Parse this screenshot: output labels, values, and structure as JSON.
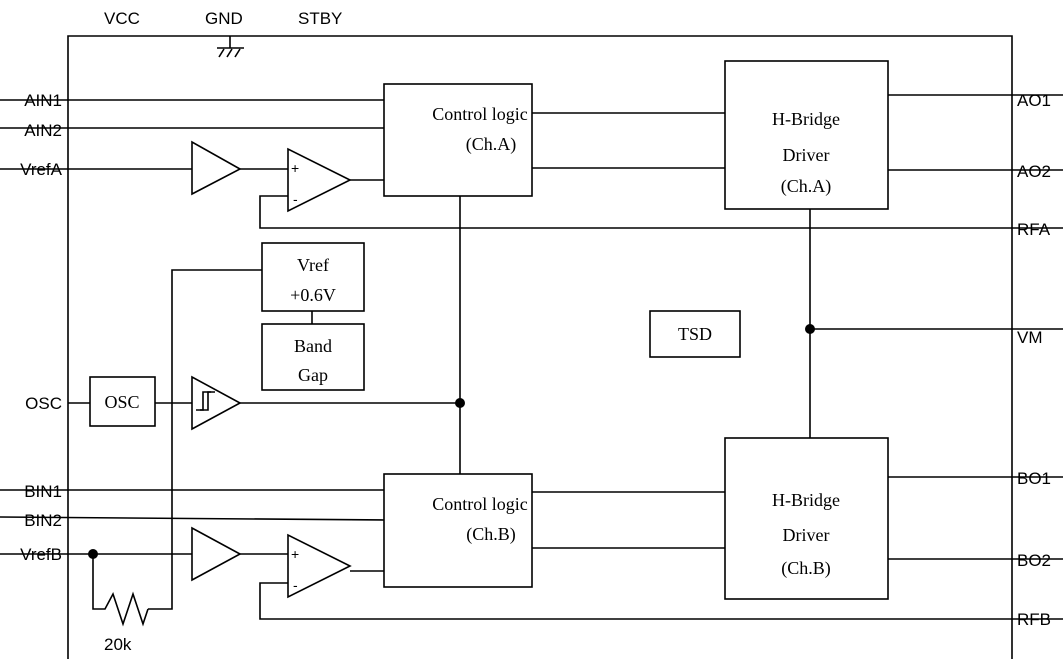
{
  "pins": {
    "top": [
      "VCC",
      "GND",
      "STBY"
    ],
    "left": [
      "AIN1",
      "AIN2",
      "VrefA",
      "OSC",
      "BIN1",
      "BIN2",
      "VrefB"
    ],
    "right": [
      "AO1",
      "AO2",
      "RFA",
      "VM",
      "BO1",
      "BO2",
      "RFB"
    ]
  },
  "blocks": {
    "control_a": [
      "Control logic",
      "(Ch.A)"
    ],
    "control_b": [
      "Control logic",
      "(Ch.B)"
    ],
    "hbridge_a": [
      "H-Bridge",
      "Driver",
      "(Ch.A)"
    ],
    "hbridge_b": [
      "H-Bridge",
      "Driver",
      "(Ch.B)"
    ],
    "vref": [
      "Vref",
      "+0.6V"
    ],
    "bandgap": [
      "Band",
      "Gap"
    ],
    "osc": "OSC",
    "tsd": "TSD"
  },
  "resistor_label": "20k",
  "comparator_signs": {
    "plus": "+",
    "minus": "-"
  }
}
